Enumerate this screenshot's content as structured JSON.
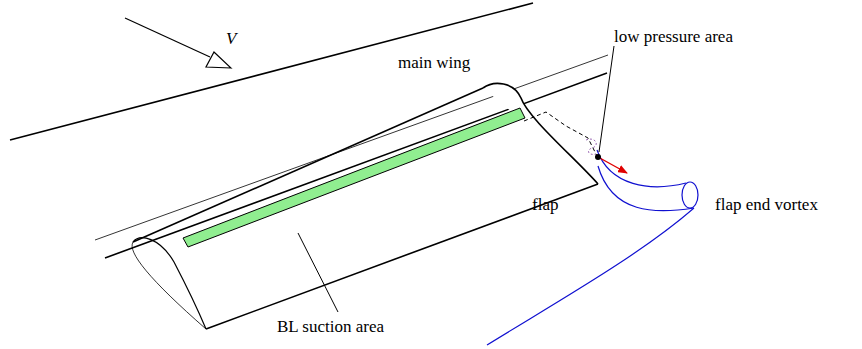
{
  "diagram": {
    "labels": [
      "V",
      "main wing",
      "flap",
      "low pressure area",
      "flap end vortex",
      "BL suction area"
    ]
  }
}
